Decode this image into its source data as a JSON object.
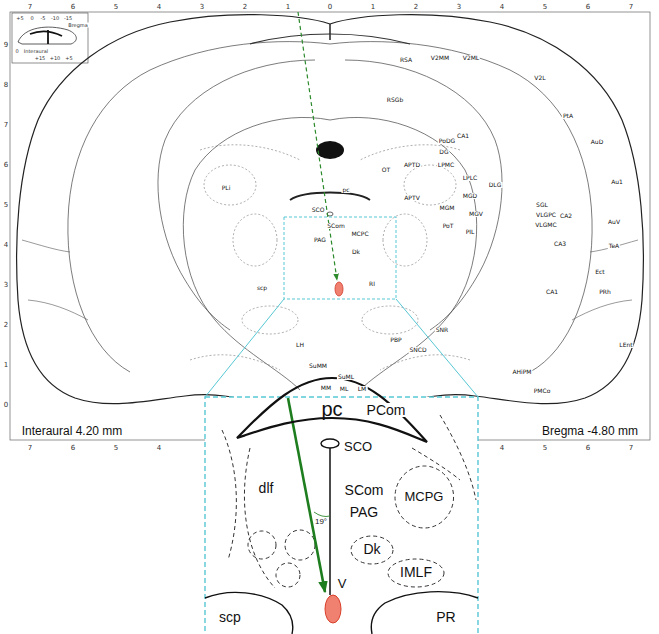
{
  "diagram": {
    "nodes": [
      {
        "text": [
          "pc"
        ]
      },
      {
        "text": [
          "SCO"
        ]
      },
      {
        "text": [
          "MCPG"
        ]
      },
      {
        "text": [
          "Dk"
        ]
      },
      {
        "text": [
          "IMLF"
        ]
      }
    ],
    "labels": [
      "7",
      "6",
      "5",
      "4",
      "3",
      "2",
      "1",
      "0",
      "1",
      "2",
      "3",
      "4",
      "5",
      "6",
      "7",
      "7",
      "6",
      "5",
      "4",
      "4",
      "5",
      "6",
      "7",
      "9",
      "8",
      "7",
      "6",
      "5",
      "4",
      "3",
      "2",
      "1",
      "0",
      "+5",
      "0",
      "-5",
      "-10",
      "-15",
      "Bregma",
      "0",
      "Interaural",
      "+15",
      "+10",
      "+5",
      "Interaural 4.20 mm",
      "Bregma -4.80 mm",
      "RSA",
      "V2MM",
      "V2ML",
      "V2L",
      "RSGb",
      "CA1",
      "PtA",
      "AuD",
      "Au1",
      "AuV",
      "CA2",
      "CA3",
      "TeA",
      "Ect",
      "PRh",
      "CA1",
      "LEnt",
      "PoDG",
      "DG",
      "LPMC",
      "LPLC",
      "APTD",
      "OT",
      "DLG",
      "MGD",
      "MGM",
      "MGV",
      "SGL",
      "VLGPC",
      "VLGMC",
      "APTV",
      "PoT",
      "PIL",
      "PLi",
      "pc",
      "SCO",
      "SCom",
      "PAG",
      "MCPC",
      "Dk",
      "RI",
      "PBP",
      "SNCD",
      "SNR",
      "LH",
      "SuMM",
      "SuML",
      "MM",
      "ML",
      "LM",
      "AHiPM",
      "PMCo",
      "scp",
      "PCom",
      "dlf",
      "SCom",
      "PAG",
      "19°",
      "V",
      "scp",
      "PR"
    ]
  }
}
